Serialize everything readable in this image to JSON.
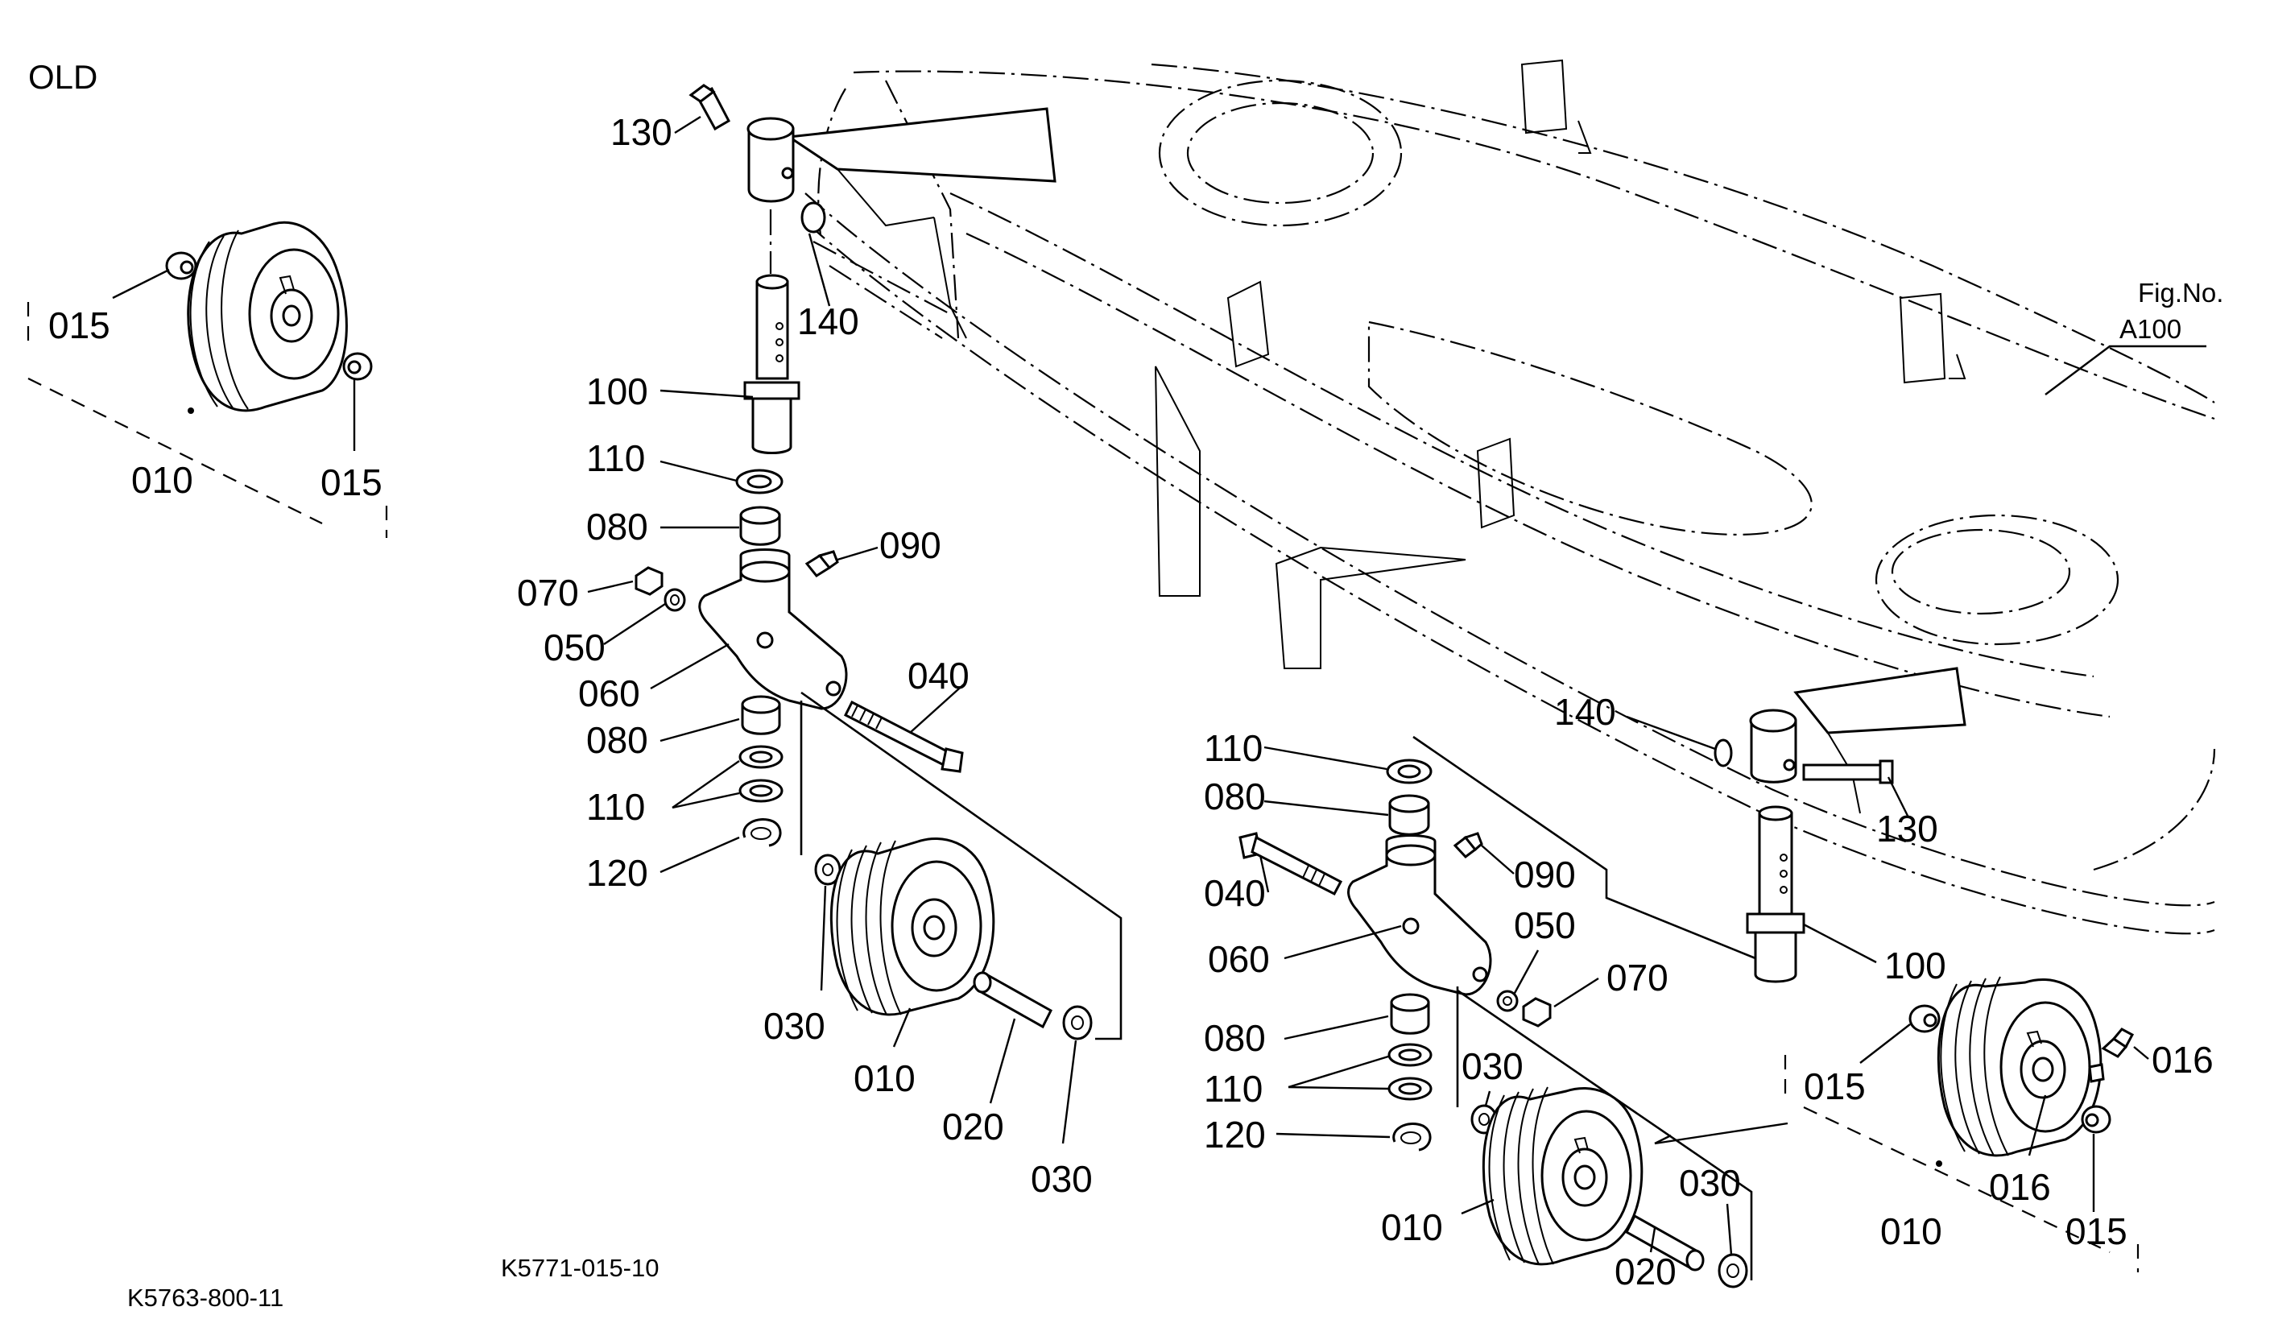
{
  "header": {
    "variant": "OLD"
  },
  "figure_ref": {
    "line1": "Fig.No.",
    "line2": "A100"
  },
  "codes": {
    "left": "K5763-800-11",
    "center": "K5771-015-10"
  },
  "callouts": {
    "old_015_a": "015",
    "old_015_b": "015",
    "old_010": "010",
    "l_130": "130",
    "l_140": "140",
    "l_100": "100",
    "l_110_top": "110",
    "l_080_top": "080",
    "l_090": "090",
    "l_070": "070",
    "l_050": "050",
    "l_060": "060",
    "l_040": "040",
    "l_080_bot": "080",
    "l_110_bot": "110",
    "l_120": "120",
    "l_030_a": "030",
    "l_010": "010",
    "l_020": "020",
    "l_030_b": "030",
    "r_140": "140",
    "r_130": "130",
    "r_100": "100",
    "r_110_top": "110",
    "r_080_top": "080",
    "r_040": "040",
    "r_090": "090",
    "r_060": "060",
    "r_050": "050",
    "r_070": "070",
    "r_080_bot": "080",
    "r_110_bot": "110",
    "r_120": "120",
    "r_030_a": "030",
    "r_030_b": "030",
    "r_010": "010",
    "r_020": "020",
    "n_015_a": "015",
    "n_016_a": "016",
    "n_016_b": "016",
    "n_015_b": "015",
    "n_010": "010"
  }
}
